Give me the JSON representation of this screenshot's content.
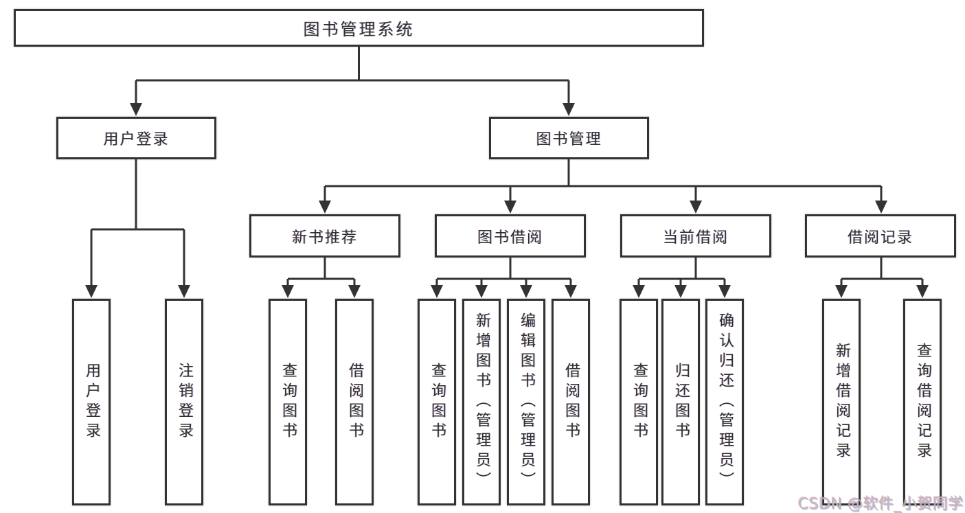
{
  "diagram_title": "图书管理系统",
  "tree": {
    "root": {
      "label": "图书管理系统",
      "children": [
        {
          "label": "用户登录",
          "children": [
            {
              "label": "用户登录"
            },
            {
              "label": "注销登录"
            }
          ]
        },
        {
          "label": "图书管理",
          "children": [
            {
              "label": "新书推荐",
              "children": [
                {
                  "label": "查询图书"
                },
                {
                  "label": "借阅图书"
                }
              ]
            },
            {
              "label": "图书借阅",
              "children": [
                {
                  "label": "查询图书"
                },
                {
                  "label": "新增图书（管理员）"
                },
                {
                  "label": "编辑图书（管理员）"
                },
                {
                  "label": "借阅图书"
                }
              ]
            },
            {
              "label": "当前借阅",
              "children": [
                {
                  "label": "查询图书"
                },
                {
                  "label": "归还图书"
                },
                {
                  "label": "确认归还（管理员）"
                }
              ]
            },
            {
              "label": "借阅记录",
              "children": [
                {
                  "label": "新增借阅记录"
                },
                {
                  "label": "查询借阅记录"
                }
              ]
            }
          ]
        }
      ]
    }
  },
  "watermark": {
    "text": "CSDN @软件_小贺同学"
  },
  "colors": {
    "line": "#333333",
    "box_border": "#333333",
    "text": "#2e2e2e",
    "background": "#ffffff",
    "watermark": "#bababa"
  }
}
